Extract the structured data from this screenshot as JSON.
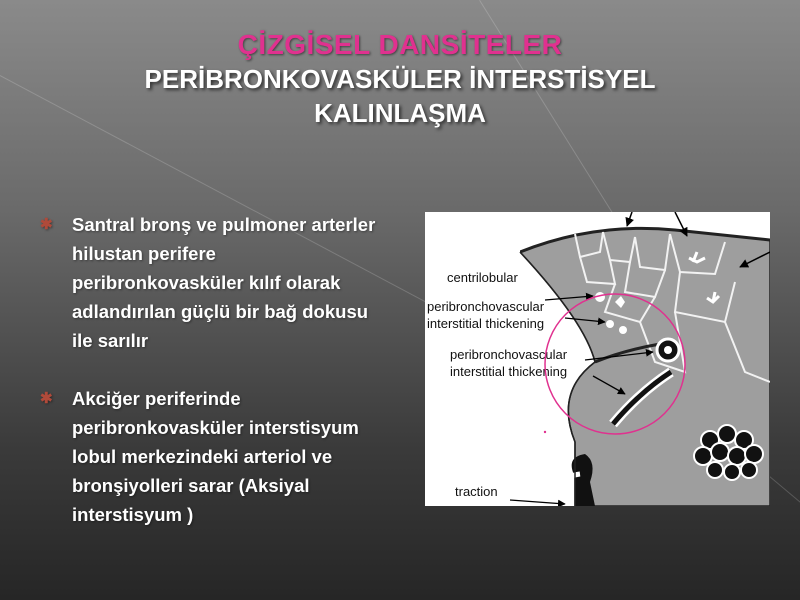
{
  "title": {
    "line1": "ÇİZGİSEL DANSİTELER",
    "line2": "PERİBRONKOVASKÜLER  İNTERSTİSYEL",
    "line3": "KALINLAŞMA"
  },
  "bullets": [
    {
      "marker": "✱",
      "text": "Santral bronş ve pulmoner arterler hilustan perifere peribronkovasküler kılıf olarak adlandırılan güçlü bir bağ dokusu  ile sarılır"
    },
    {
      "marker": "✱",
      "text": "Akciğer periferinde peribronkovasküler interstisyum lobul merkezindeki arteriol ve bronşiyolleri sarar (Aksiyal interstisyum )"
    }
  ],
  "figure": {
    "label_centrilobular_1": "centrilobular",
    "label_centrilobular_2": "peribronchovascular",
    "label_centrilobular_3": "interstitial thickening",
    "label_peri_1": "peribronchovascular",
    "label_peri_2": "interstitial thickening",
    "label_traction": "traction",
    "circle_color": "#e0318f"
  },
  "colors": {
    "title_accent": "#e0318f",
    "bullet_marker": "#b04a3a"
  }
}
